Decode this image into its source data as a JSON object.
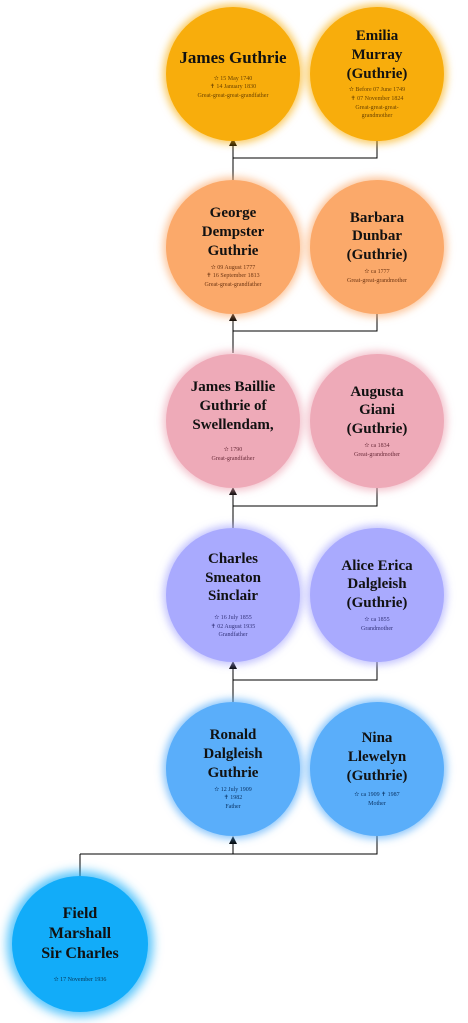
{
  "people": {
    "p1": {
      "name": "James Guthrie",
      "dates": [
        "✫ 15 May 1740",
        "✝ 14 January 1830"
      ],
      "relation": "Great-great-great-grandfather"
    },
    "p2": {
      "name": "Emilia Murray (Guthrie)",
      "dates": [
        "✫ Before 07 June 1749",
        "✝ 07 November 1824"
      ],
      "relation": "Great-great-great-grandmother"
    },
    "p3": {
      "name": "George Dempster Guthrie",
      "dates": [
        "✫ 09 August 1777",
        "✝ 16 September 1813"
      ],
      "relation": "Great-great-grandfather"
    },
    "p4": {
      "name": "Barbara Dunbar (Guthrie)",
      "dates": [
        "✫ ca 1777"
      ],
      "relation": "Great-great-grandmother"
    },
    "p5": {
      "name": "James Baillie Guthrie of Swellendam,",
      "dates": [
        "✫ 1790"
      ],
      "relation": "Great-grandfather"
    },
    "p6": {
      "name": "Augusta Giani (Guthrie)",
      "dates": [
        "✫ ca 1834"
      ],
      "relation": "Great-grandmother"
    },
    "p7": {
      "name": "Charles Smeaton Sinclair",
      "dates": [
        "✫ 16 July 1855",
        "✝ 02 August 1935"
      ],
      "relation": "Grandfather"
    },
    "p8": {
      "name": "Alice Erica Dalgleish (Guthrie)",
      "dates": [
        "✫ ca 1855"
      ],
      "relation": "Grandmother"
    },
    "p9": {
      "name": "Ronald Dalgleish Guthrie",
      "dates": [
        "✫ 12 July 1909",
        "✝ 1982"
      ],
      "relation": "Father"
    },
    "p10": {
      "name": "Nina Llewelyn (Guthrie)",
      "dates": [
        "✫ ca 1909 ✝ 1987"
      ],
      "relation": "Mother"
    },
    "p11": {
      "name": "Field Marshall Sir Charles",
      "dates": [
        "✫ 17 November 1936"
      ],
      "relation": ""
    }
  }
}
